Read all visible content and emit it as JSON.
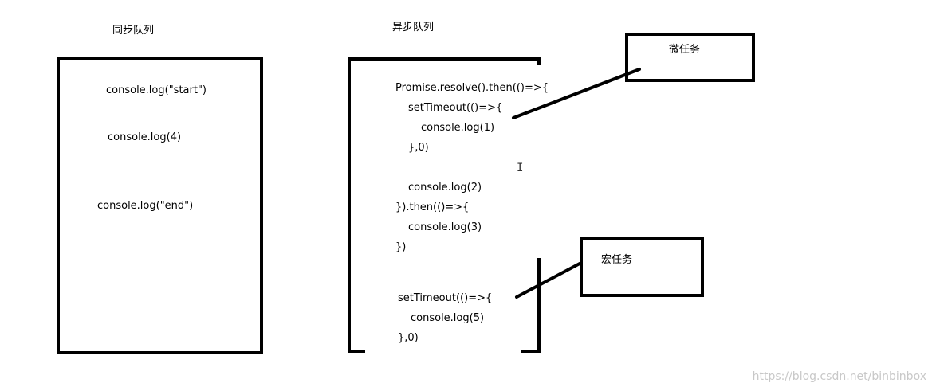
{
  "sync_queue": {
    "title": "同步队列",
    "lines": [
      "console.log(\"start\")",
      "console.log(4)",
      "console.log(\"end\")"
    ]
  },
  "async_queue": {
    "title": "异步队列",
    "lines": [
      "Promise.resolve().then(()=>{",
      "setTimeout(()=>{",
      "console.log(1)",
      "},0)",
      "console.log(2)",
      "}).then(()=>{",
      "console.log(3)",
      "})",
      "setTimeout(()=>{",
      "console.log(5)",
      "},0)"
    ]
  },
  "microtask": {
    "label": "微任务"
  },
  "macrotask": {
    "label": "宏任务"
  },
  "watermark": "https://blog.csdn.net/binbinbox"
}
